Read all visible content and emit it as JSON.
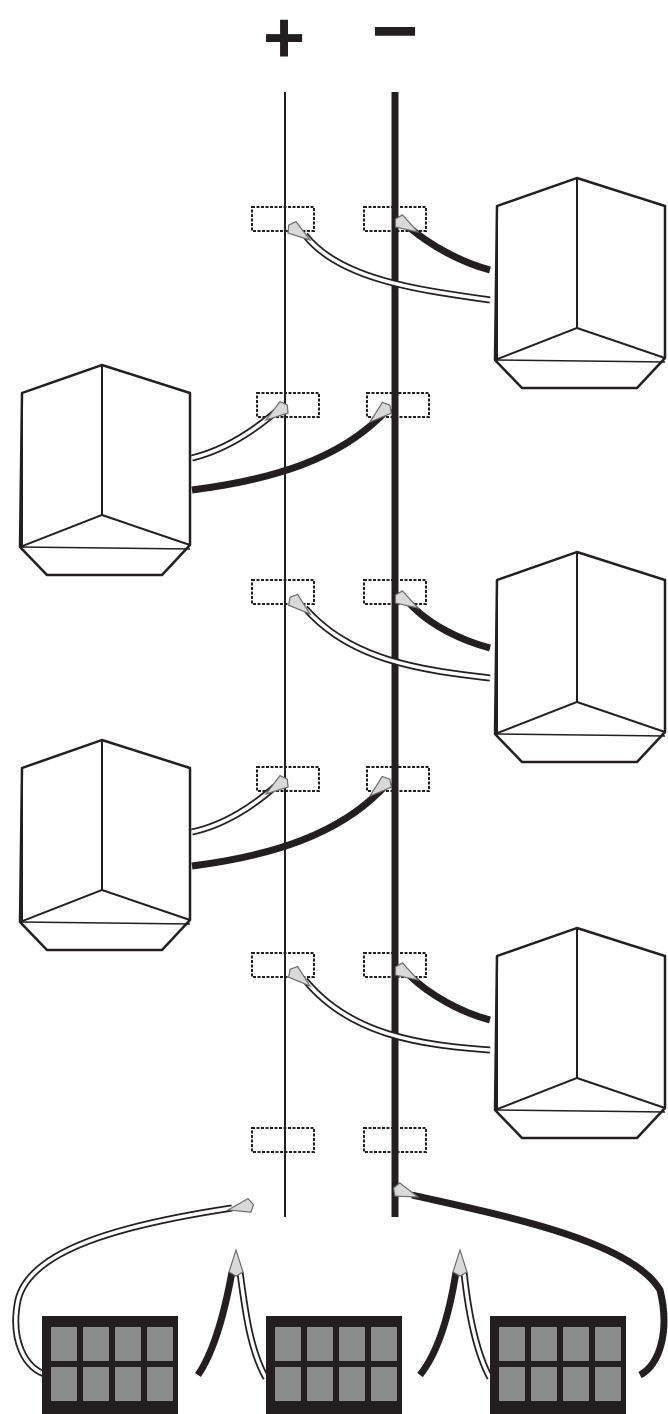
{
  "rails": {
    "positive_symbol": "+",
    "negative_symbol": "−"
  },
  "colors": {
    "ink": "#231f20",
    "paper": "#ffffff",
    "panel_cell": "#8c8c8c",
    "clip_fill": "#bdbdbd"
  },
  "components": {
    "boxes": {
      "count": 5,
      "sides": [
        "right",
        "left",
        "right",
        "left",
        "right"
      ]
    },
    "tape_strips_per_rail": 6,
    "solar_panels": {
      "count": 3,
      "cells_per_panel": 8
    }
  }
}
